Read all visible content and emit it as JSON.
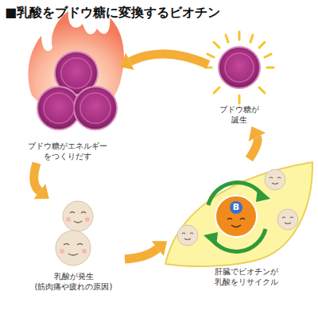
{
  "diagram": {
    "title": "■乳酸をブドウ糖に変換するビオチン",
    "nodes": [
      {
        "text": [
          "ブドウ糖がエネルギー をつくりだす"
        ]
      },
      {
        "text": [
          "乳酸が発生 (筋肉痛や疲れの原因)"
        ]
      },
      {
        "text": [
          "肝臓でビオチンが 乳酸をリサイクル"
        ]
      },
      {
        "text": [
          "ブドウ糖が 誕生"
        ]
      },
      {
        "text": [
          "B"
        ],
        "in": 2
      }
    ],
    "edges": [
      {
        "from": 0,
        "to": 1,
        "arrow": "to"
      },
      {
        "from": 1,
        "to": 2,
        "arrow": "to"
      },
      {
        "from": 2,
        "to": 3,
        "arrow": "to"
      },
      {
        "from": 3,
        "to": 0,
        "arrow": "to"
      }
    ]
  }
}
